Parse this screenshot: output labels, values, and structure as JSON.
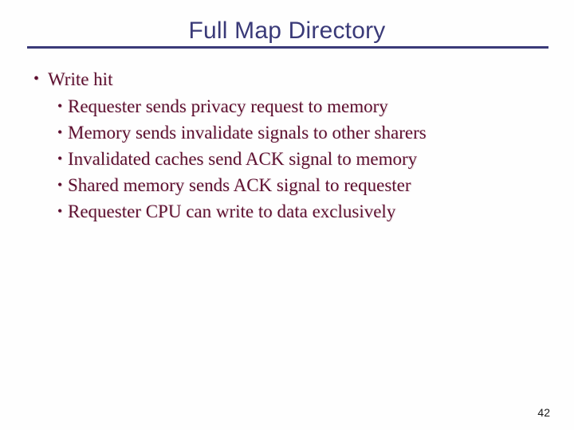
{
  "slide": {
    "title": "Full Map Directory",
    "page_number": "42",
    "colors": {
      "title": "#3a3a78",
      "rule": "#3a3a78",
      "body_text": "#5e1030",
      "background": "#fefefe",
      "page_number": "#1a1a1a"
    },
    "bullet_glyph": "•",
    "outline": [
      {
        "level": 1,
        "text": "Write hit",
        "children": [
          {
            "level": 2,
            "text": "Requester sends privacy request to memory"
          },
          {
            "level": 2,
            "text": "Memory sends invalidate signals to other sharers"
          },
          {
            "level": 2,
            "text": "Invalidated caches send ACK signal to memory"
          },
          {
            "level": 2,
            "text": "Shared memory sends ACK signal to requester"
          },
          {
            "level": 2,
            "text": "Requester CPU can write to data exclusively"
          }
        ]
      }
    ]
  }
}
